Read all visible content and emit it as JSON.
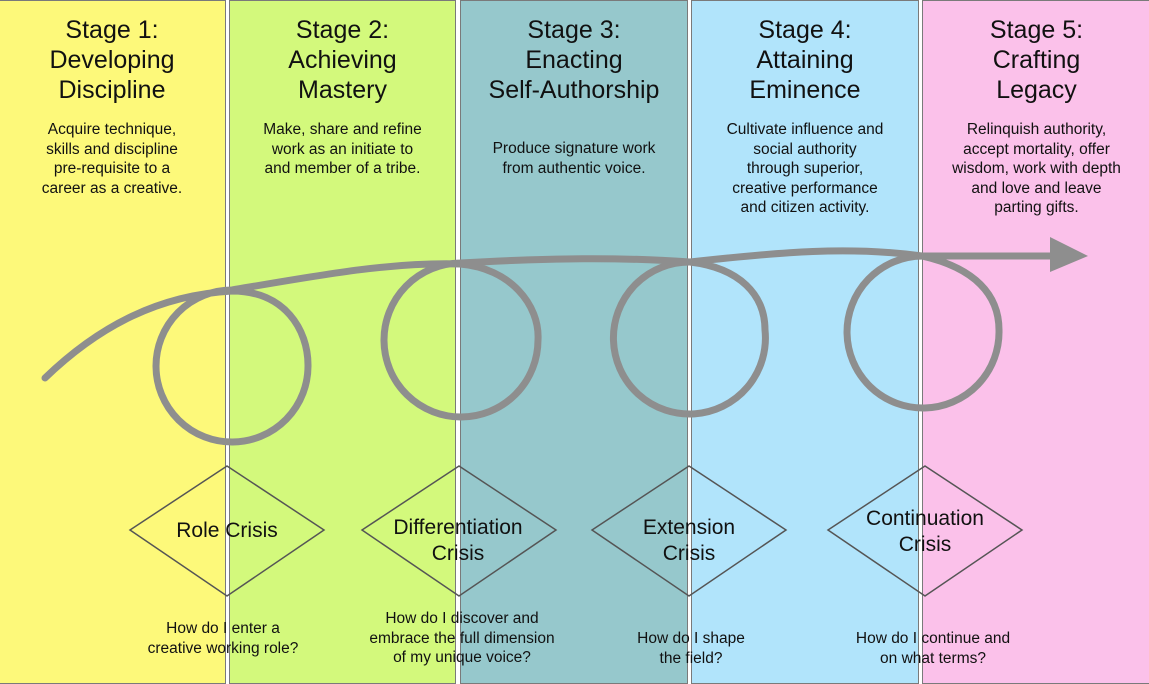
{
  "colors": {
    "stage1": "#fdf97a",
    "stage2": "#d3f97c",
    "stage3": "#96c8cc",
    "stage4": "#b1e4fb",
    "stage5": "#fbc1ea",
    "arrow": "#8e8e8e",
    "diamond_stroke": "#555555"
  },
  "stages": [
    {
      "title": "Stage 1:\nDeveloping\nDiscipline",
      "description": "Acquire technique,\nskills and discipline\npre-requisite to a\ncareer as a creative."
    },
    {
      "title": "Stage 2:\nAchieving\nMastery",
      "description": "Make, share and refine\nwork as an initiate to\nand member of a tribe."
    },
    {
      "title": "Stage 3:\nEnacting\nSelf-Authorship",
      "description": "Produce signature work\nfrom authentic voice."
    },
    {
      "title": "Stage 4:\nAttaining\nEminence",
      "description": "Cultivate influence and\nsocial authority\nthrough superior,\ncreative performance\nand citizen activity."
    },
    {
      "title": "Stage 5:\nCrafting\nLegacy",
      "description": "Relinquish authority,\naccept mortality, offer\nwisdom, work with depth\nand love and leave\nparting gifts."
    }
  ],
  "crises": [
    {
      "label": "Role Crisis",
      "question": "How do I enter a\ncreative working role?"
    },
    {
      "label": "Differentiation\nCrisis",
      "question": "How do I discover and\nembrace the full dimension\nof my unique voice?"
    },
    {
      "label": "Extension\nCrisis",
      "question": "How do I shape\nthe field?"
    },
    {
      "label": "Continuation\nCrisis",
      "question": "How do I continue and\non what terms?"
    }
  ]
}
